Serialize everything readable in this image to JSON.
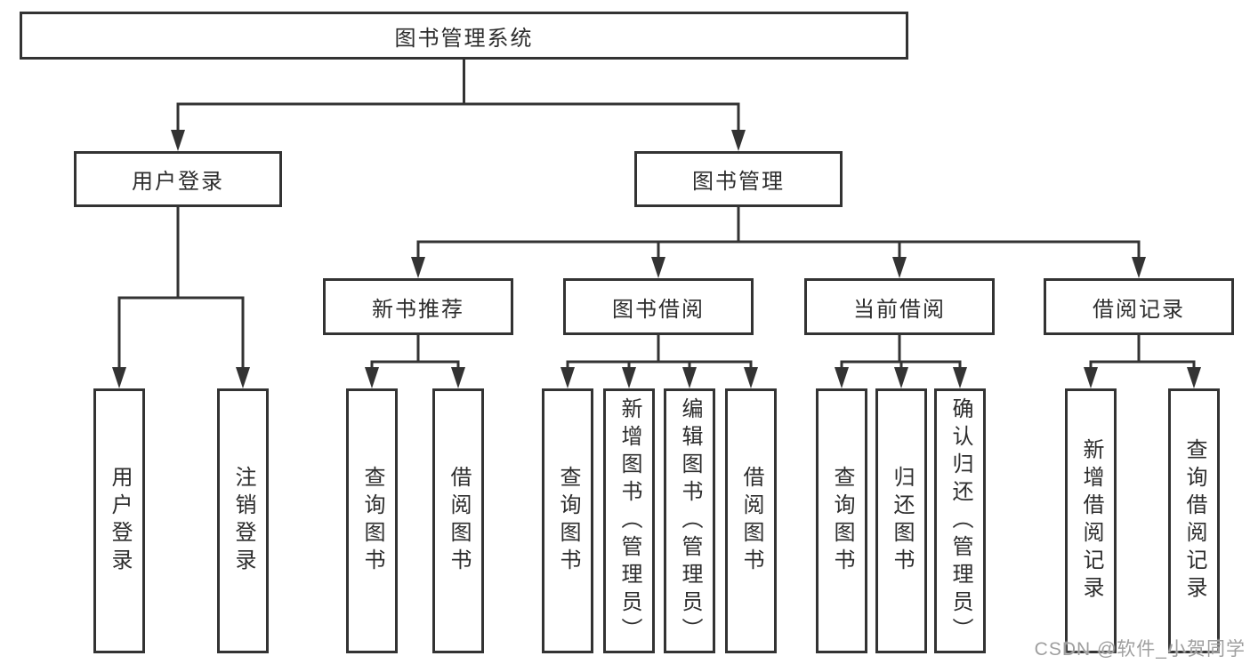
{
  "diagram": {
    "title": "图书管理系统",
    "nodes": {
      "root": "图书管理系统",
      "level2": [
        "用户登录",
        "图书管理"
      ],
      "level3": [
        "新书推荐",
        "图书借阅",
        "当前借阅",
        "借阅记录"
      ],
      "leaves": [
        "用户登录",
        "注销登录",
        "查询图书",
        "借阅图书",
        "查询图书",
        "新增图书（管理员）",
        "编辑图书（管理员）",
        "借阅图书",
        "查询图书",
        "归还图书",
        "确认归还（管理员）",
        "新增借阅记录",
        "查询借阅记录"
      ]
    },
    "colors": {
      "line": "#333333",
      "box_background": "#ffffff",
      "text": "#2d2d2d",
      "watermark": "#9f9f9f"
    }
  },
  "watermark": {
    "text": "CSDN @软件_小贺同学"
  }
}
